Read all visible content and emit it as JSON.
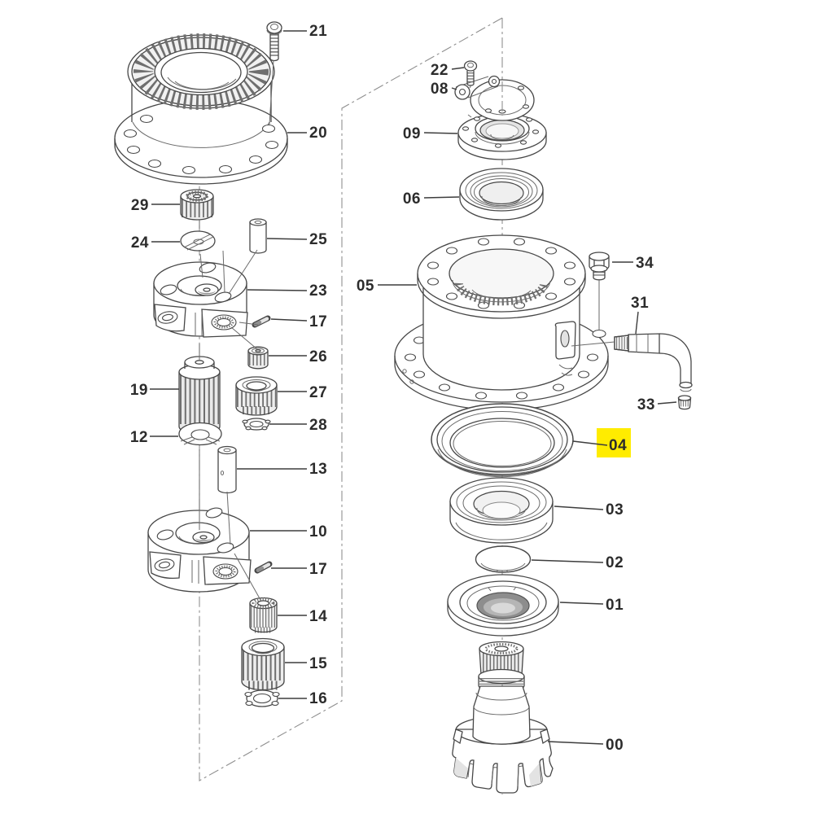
{
  "diagram": {
    "type": "exploded-parts-diagram",
    "highlighted_part": "04",
    "colors": {
      "background": "#ffffff",
      "line": "#474747",
      "label": "#2c2c2c",
      "highlight": "#ffec00",
      "centerline": "#8f8f8f"
    }
  },
  "parts": {
    "p00": "00",
    "p01": "01",
    "p02": "02",
    "p03": "03",
    "p04": "04",
    "p05": "05",
    "p06": "06",
    "p08": "08",
    "p09": "09",
    "p10": "10",
    "p12": "12",
    "p13": "13",
    "p14": "14",
    "p15": "15",
    "p16": "16",
    "p17": "17",
    "p19": "19",
    "p20": "20",
    "p21": "21",
    "p22": "22",
    "p23": "23",
    "p24": "24",
    "p25": "25",
    "p26": "26",
    "p27": "27",
    "p28": "28",
    "p29": "29",
    "p31": "31",
    "p33": "33",
    "p34": "34"
  }
}
